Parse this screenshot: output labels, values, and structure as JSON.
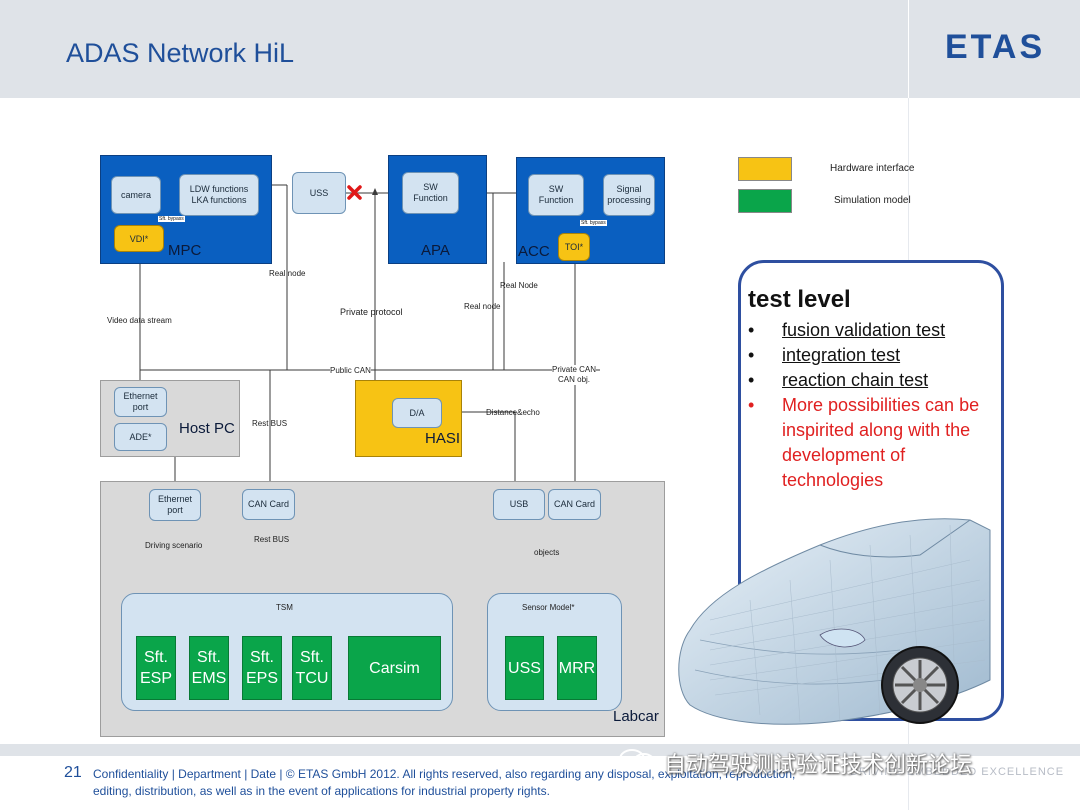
{
  "header": {
    "title": "ADAS Network HiL",
    "logo": "ETAS"
  },
  "legend": [
    {
      "label": "Hardware interface",
      "color": "#f7c314"
    },
    {
      "label": "Simulation model",
      "color": "#0aa54a"
    }
  ],
  "blocks": {
    "mpc": {
      "name": "MPC",
      "camera": "camera",
      "ldw": "LDW functions\nLKA functions",
      "vdi": "VDI*",
      "bypass": "Sft. bypass"
    },
    "uss": "USS",
    "apa": {
      "name": "APA",
      "function": "SW\nFunction"
    },
    "acc": {
      "name": "ACC",
      "function": "SW\nFunction",
      "signal": "Signal\nprocessing",
      "toi": "TOI*",
      "bypass": "Sft. bypass"
    },
    "hostpc": {
      "name": "Host PC",
      "ethernet": "Ethernet\nport",
      "ade": "ADE*"
    },
    "hasi": {
      "name": "HASI",
      "da": "D/A"
    },
    "labcar": {
      "name": "Labcar",
      "ethernet": "Ethernet\nport",
      "can1": "CAN Card",
      "usb": "USB",
      "can2": "CAN Card",
      "tsm": "TSM",
      "sensor_model": "Sensor Model*",
      "models": [
        "Sft.\nESP",
        "Sft.\nEMS",
        "Sft.\nEPS",
        "Sft.\nTCU",
        "Carsim",
        "USS",
        "MRR"
      ]
    }
  },
  "connectors": {
    "real_node_1": "Real node",
    "real_node_2": "Real Node",
    "real_node_3": "Real node",
    "video": "Video data stream",
    "private_protocol": "Private protocol",
    "public_can": "Public CAN",
    "private_can": "Private CAN\nCAN obj.",
    "rest_bus_1": "Rest BUS",
    "rest_bus_2": "Rest BUS",
    "distance_echo": "Distance&echo",
    "driving_scenario": "Driving scenario",
    "objects": "objects"
  },
  "test_panel": {
    "title": "test level",
    "items": [
      {
        "bullet": "•",
        "text": "fusion validation test",
        "underline": true,
        "color": "#111111"
      },
      {
        "bullet": "•",
        "text": "integration test",
        "underline": true,
        "color": "#111111"
      },
      {
        "bullet": "•",
        "text": "reaction chain test",
        "underline": true,
        "color": "#111111"
      },
      {
        "bullet": "•",
        "text": "More possibilities can be inspirited along with the development of technologies",
        "underline": false,
        "color": "#e02020"
      }
    ]
  },
  "footer": {
    "page": "21",
    "text": "Confidentiality | Department | Date | © ETAS GmbH 2012. All rights reserved, also regarding any disposal, exploitation, reproduction, editing, distribution, as well as in the event of applications for industrial property rights.",
    "tagline": "DRIVING EMBEDDED EXCELLENCE",
    "watermark": "自动驾驶测试验证技术创新论坛"
  }
}
